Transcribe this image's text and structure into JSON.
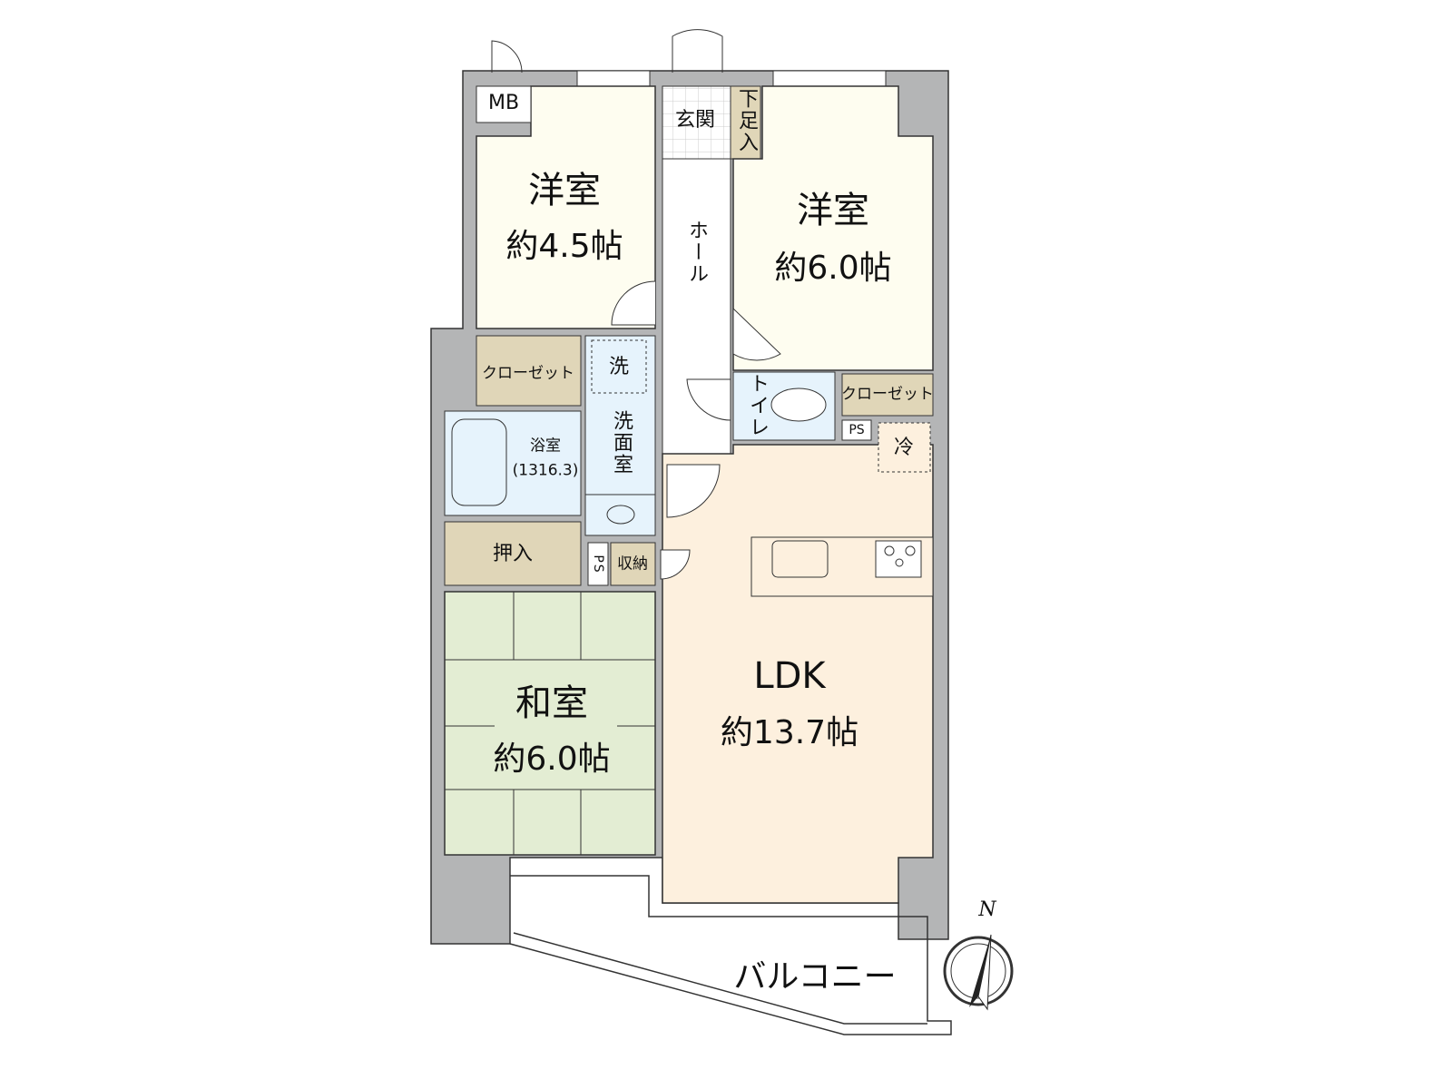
{
  "rooms": {
    "western_a": {
      "name": "洋室",
      "size": "約4.5帖"
    },
    "western_b": {
      "name": "洋室",
      "size": "約6.0帖"
    },
    "japanese": {
      "name": "和室",
      "size": "約6.0帖"
    },
    "ldk": {
      "name": "LDK",
      "size": "約13.7帖"
    }
  },
  "labels": {
    "mb": "MB",
    "entrance": "玄関",
    "shoe_storage": "下足入",
    "hall": "ホール",
    "closet_left": "クローゼット",
    "closet_right": "クローゼット",
    "laundry": "洗",
    "washroom": "洗面室",
    "bath": "浴室",
    "bath_size": "(1316.3)",
    "oshiire": "押入",
    "ps_left": "PS",
    "storage": "収納",
    "toilet": "トイレ",
    "ps_right": "PS",
    "fridge": "冷",
    "balcony": "バルコニー",
    "north": "N"
  },
  "colors": {
    "wall": "#b4b5b6",
    "western": "#fefdf0",
    "wet": "#e6f3fc",
    "storage": "#e0d6b8",
    "tatami": "#e3edd3",
    "ldk": "#fdf0de"
  }
}
